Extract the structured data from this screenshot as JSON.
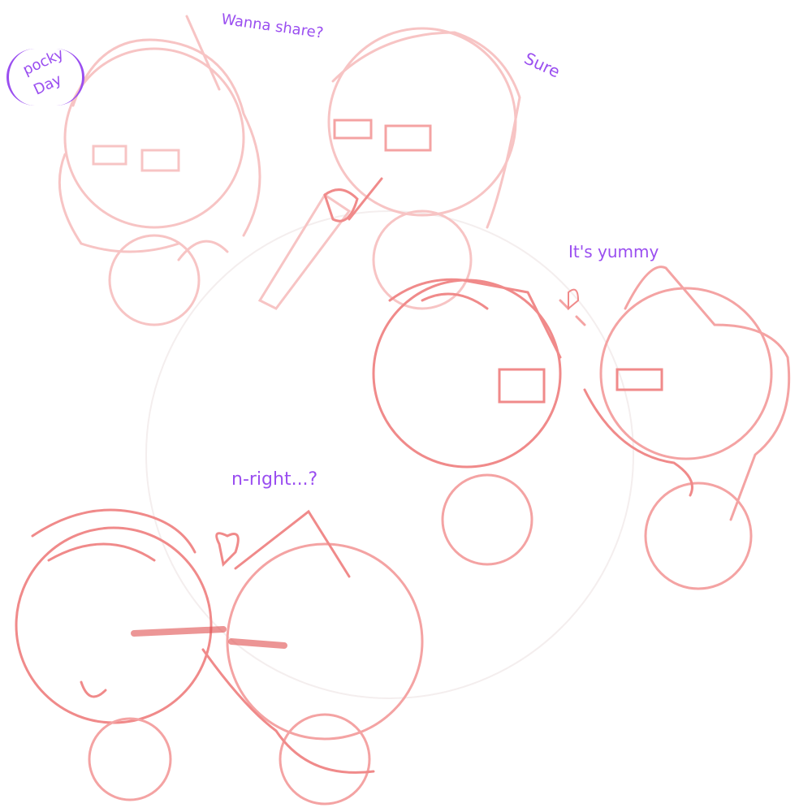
{
  "captions": {
    "title_line1": "pocky",
    "title_line2": "Day",
    "speech_1": "Wanna share?",
    "speech_2": "Sure",
    "speech_3": "It's yummy",
    "speech_4": "n-right...?"
  },
  "colors": {
    "text": "#9a4ef0",
    "sketch_light": "#f7c4c4",
    "sketch_mid": "#f4a3a3",
    "sketch_strong": "#f08a8a",
    "blush": "#e05050"
  }
}
